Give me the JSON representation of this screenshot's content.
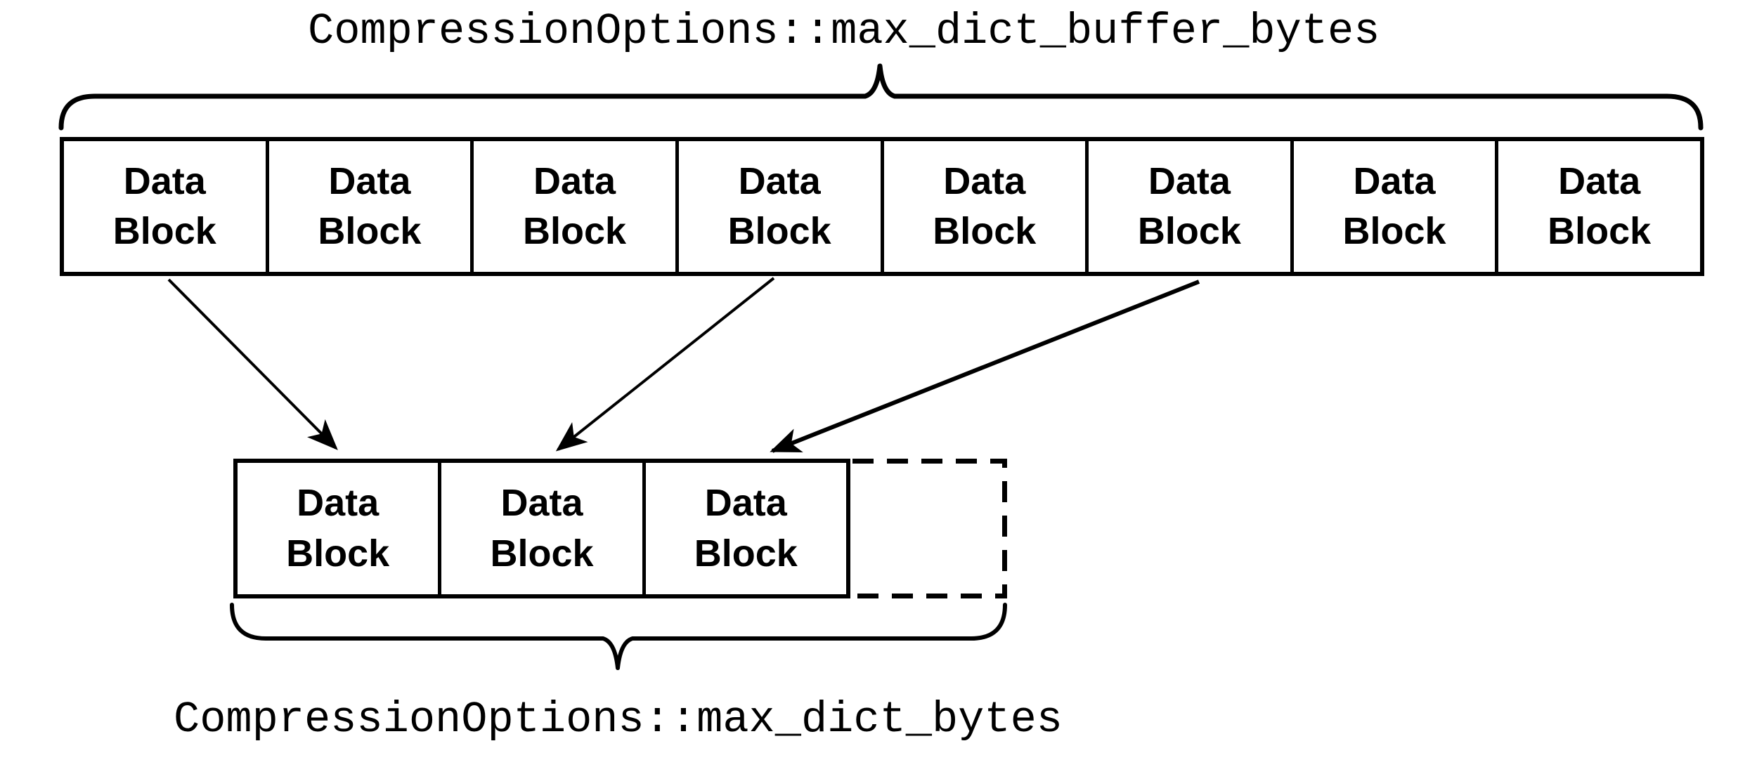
{
  "diagram": {
    "background_color": "#ffffff",
    "stroke_color": "#000000",
    "top_label": "CompressionOptions::max_dict_buffer_bytes",
    "bottom_label": "CompressionOptions::max_dict_bytes",
    "top_row": {
      "blocks": [
        {
          "label": "Data Block"
        },
        {
          "label": "Data Block"
        },
        {
          "label": "Data Block"
        },
        {
          "label": "Data Block"
        },
        {
          "label": "Data Block"
        },
        {
          "label": "Data Block"
        },
        {
          "label": "Data Block"
        },
        {
          "label": "Data Block"
        }
      ]
    },
    "bottom_row": {
      "blocks": [
        {
          "label": "Data Block"
        },
        {
          "label": "Data Block"
        },
        {
          "label": "Data Block"
        }
      ],
      "truncated_block": {
        "label": "",
        "style": "dashed-outline"
      }
    },
    "arrows": [
      {
        "from_top_block": 1,
        "to_bottom_block": 1
      },
      {
        "from_top_block": 4,
        "to_bottom_block": 2
      },
      {
        "from_top_block": 6,
        "to_bottom_block": 3
      }
    ]
  }
}
